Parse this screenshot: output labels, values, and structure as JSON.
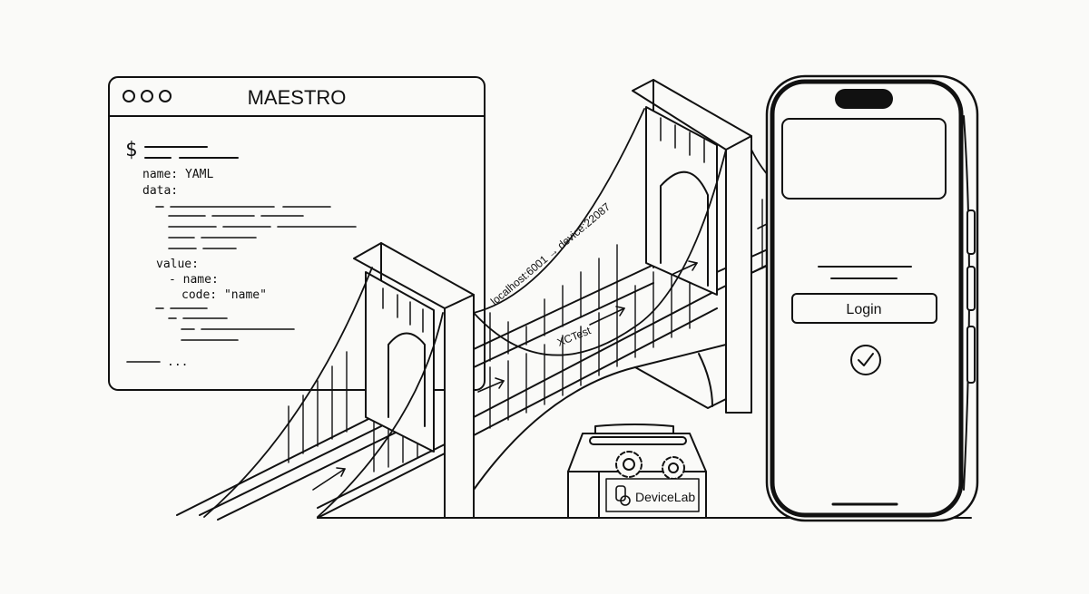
{
  "terminal": {
    "title": "MAESTRO",
    "prompt": "$",
    "lines": [
      {
        "text": "name: YAML",
        "indent": 1
      },
      {
        "text": "data:",
        "indent": 1
      },
      {
        "text": "value:",
        "indent": 2
      },
      {
        "text": "- name:",
        "indent": 3
      },
      {
        "text": "code: \"name\"",
        "indent": 4
      }
    ],
    "ellipsis": "..."
  },
  "bridge": {
    "upper_label": "localhost:6001 → device:22087",
    "lower_label": "XCTest"
  },
  "toolbox": {
    "label": "DeviceLab"
  },
  "phone": {
    "login_label": "Login"
  },
  "colors": {
    "ink": "#111111",
    "paper": "#fafaf8"
  }
}
